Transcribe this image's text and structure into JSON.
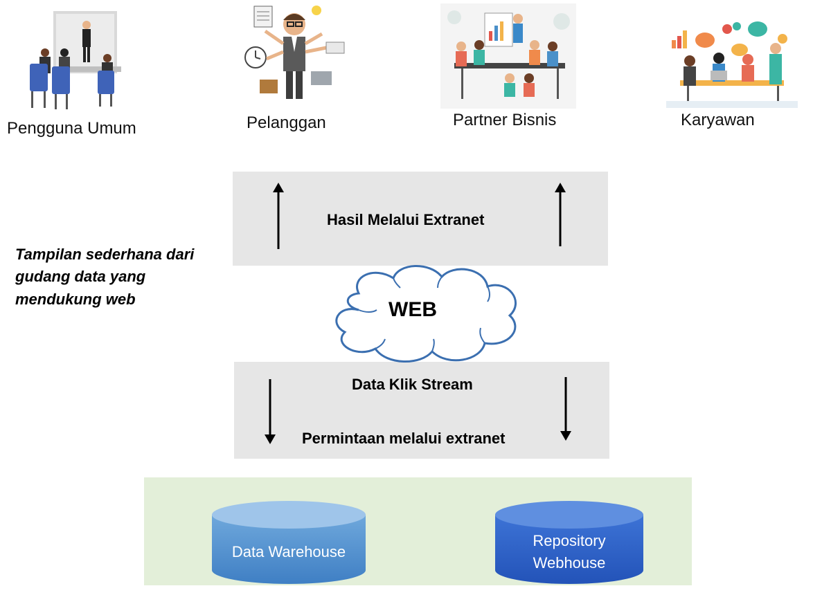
{
  "users": [
    {
      "label": "Pengguna Umum",
      "icon": "meeting-presentation-icon"
    },
    {
      "label": "Pelanggan",
      "icon": "multitasking-businessman-icon"
    },
    {
      "label": "Partner Bisnis",
      "icon": "team-meeting-icon"
    },
    {
      "label": "Karyawan",
      "icon": "office-discussion-icon"
    }
  ],
  "top_box": {
    "label": "Hasil Melalui Extranet"
  },
  "cloud": {
    "label": "WEB"
  },
  "bottom_box": {
    "label1": "Data Klik Stream",
    "label2": "Permintaan melalui extranet"
  },
  "side_note": {
    "text": "Tampilan sederhana dari gudang data yang mendukung web"
  },
  "storage": [
    {
      "label": "Data Warehouse",
      "color": "#5b9bd5"
    },
    {
      "label": "Repository Webhouse",
      "color": "#2e63c8"
    }
  ],
  "colors": {
    "box_gray": "#e6e6e6",
    "panel_green": "#e3efd9",
    "cloud_stroke": "#3b6fb0"
  }
}
